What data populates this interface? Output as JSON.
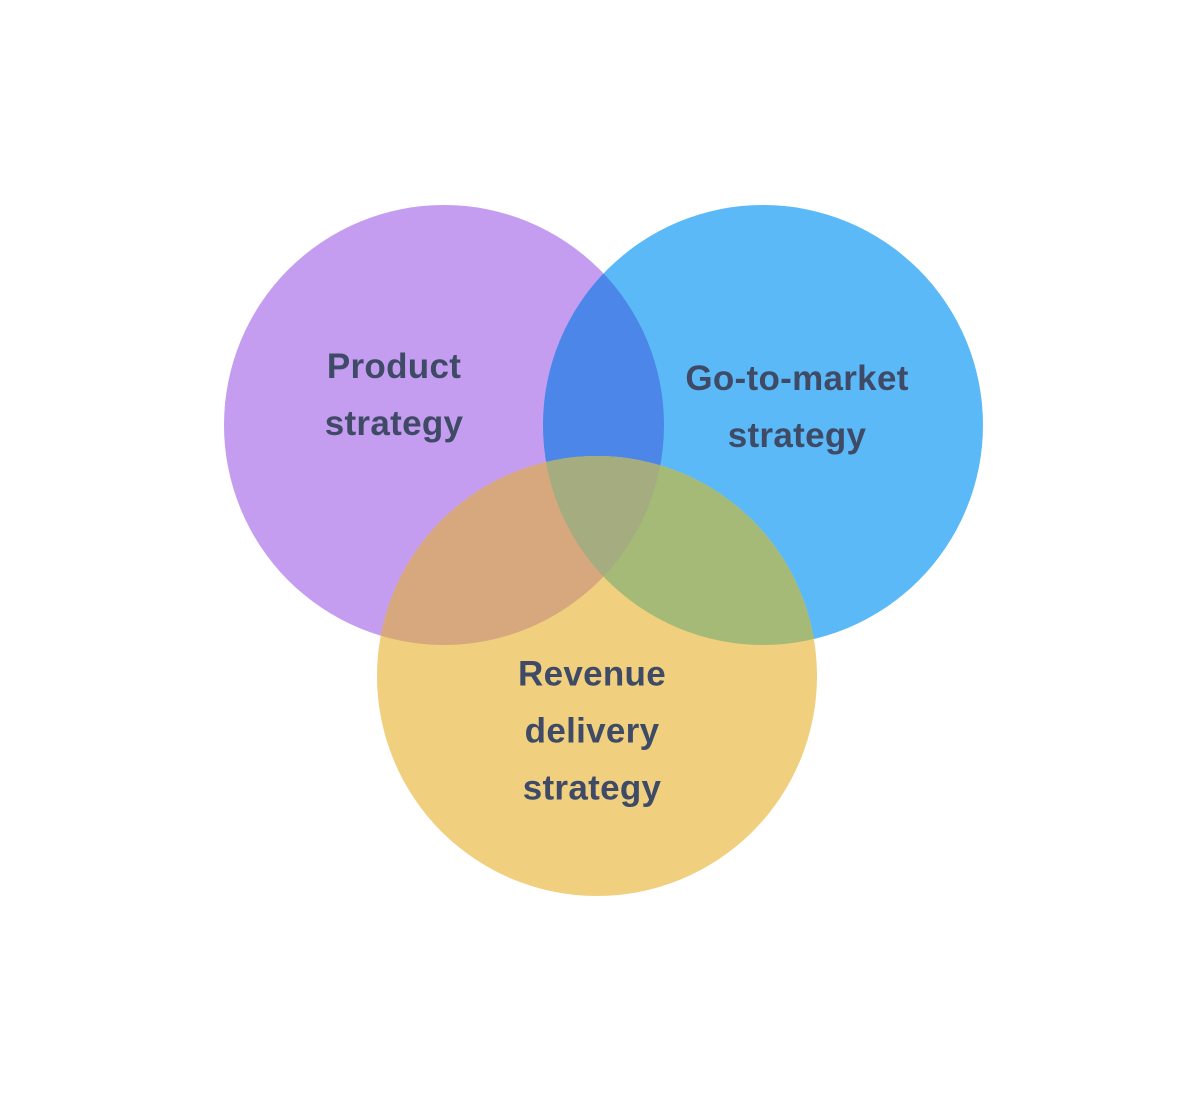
{
  "diagram": {
    "type": "venn",
    "background": "#FFFFFF",
    "text_color": "#3E4A66",
    "circles": [
      {
        "id": "product",
        "label": "Product\nstrategy",
        "color": "#C49DF0"
      },
      {
        "id": "go_to_market",
        "label": "Go-to-market\nstrategy",
        "color": "#5CB9F7"
      },
      {
        "id": "revenue_delivery",
        "label": "Revenue\ndelivery\nstrategy",
        "color": "#F0D07E"
      }
    ],
    "overlaps": {
      "product_gtm": "#4C86E9",
      "product_revenue": "#D7A77D",
      "gtm_revenue": "#A6BA77",
      "center": "#A4AC80"
    }
  }
}
